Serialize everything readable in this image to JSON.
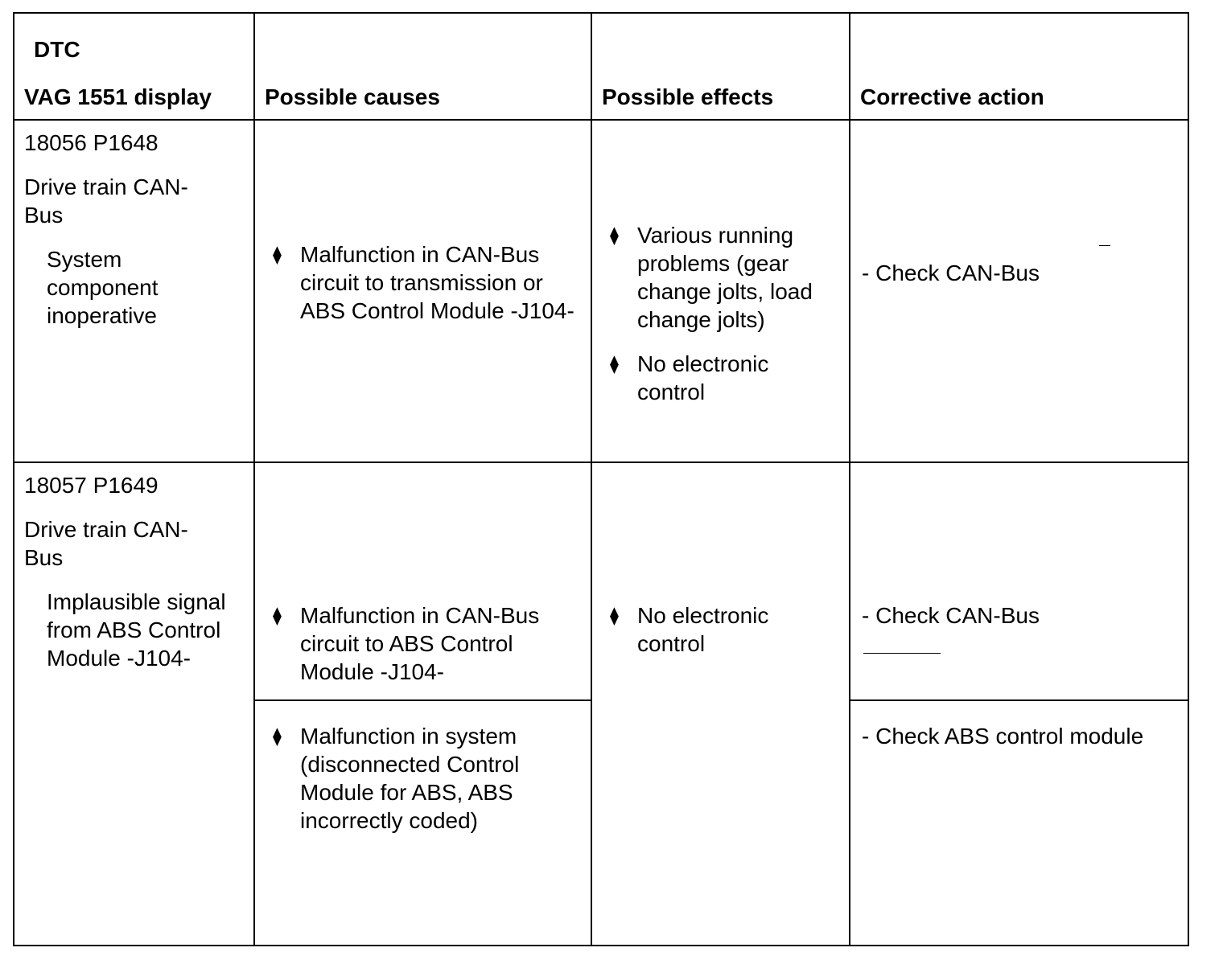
{
  "header": {
    "col1_line1": "DTC",
    "col1_line2": "VAG 1551 display",
    "col2": "Possible causes",
    "col3": "Possible effects",
    "col4": "Corrective action"
  },
  "rows": [
    {
      "code": "18056 P1648",
      "name": "Drive train CAN-Bus",
      "description": "System component inoperative",
      "causes": [
        "Malfunction in CAN-Bus circuit to transmission or ABS Control Module -J104-"
      ],
      "effects": [
        "Various running problems (gear change jolts, load change jolts)",
        "No electronic control"
      ],
      "actions": [
        "- Check CAN-Bus"
      ]
    },
    {
      "code": "18057 P1649",
      "name": "Drive train CAN-Bus",
      "description": "Implausible signal from ABS Control Module -J104-",
      "causes": [
        "Malfunction in CAN-Bus circuit to ABS Control Module -J104-",
        "Malfunction in system (disconnected Control Module for ABS, ABS incorrectly coded)"
      ],
      "effects": [
        "No electronic control"
      ],
      "actions": [
        "- Check CAN-Bus",
        "- Check ABS control module"
      ]
    }
  ],
  "bullet_glyph": "⧫"
}
